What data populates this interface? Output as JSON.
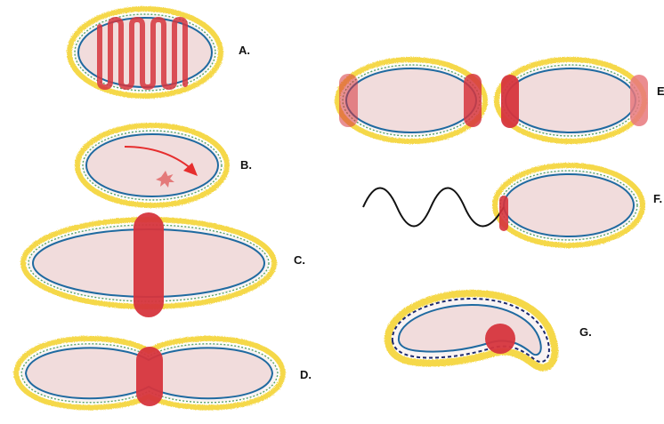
{
  "panels": [
    {
      "id": "A",
      "label": "A."
    },
    {
      "id": "B",
      "label": "B."
    },
    {
      "id": "C",
      "label": "C."
    },
    {
      "id": "D",
      "label": "D."
    },
    {
      "id": "E",
      "label": "E."
    },
    {
      "id": "F",
      "label": "F."
    },
    {
      "id": "G",
      "label": "G."
    }
  ],
  "colors": {
    "capsule_yellow": "#f5d84a",
    "capsule_yellow_dark": "#e8c21c",
    "outer_membrane_green": "#5aa46a",
    "inner_membrane_blue": "#1f6aa0",
    "cytoplasm_pink": "#f1dcdc",
    "protein_red": "#d6353d",
    "protein_light_red": "#e8787c",
    "arrow_red": "#e62e2e",
    "flagellum_black": "#111111",
    "dashed_navy": "#1d2a6e"
  }
}
